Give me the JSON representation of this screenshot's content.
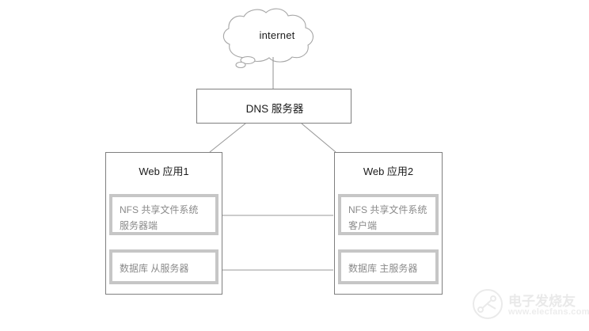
{
  "diagram": {
    "type": "network-architecture",
    "background": "#ffffff",
    "cloud": {
      "label": "internet",
      "stroke": "#a6a6a6"
    },
    "dns": {
      "label": "DNS 服务器",
      "stroke": "#7f7f7f"
    },
    "nodes": [
      {
        "id": "web-app-1",
        "title": "Web 应用1",
        "services": [
          {
            "id": "nfs-server",
            "line1": "NFS 共享文件系统",
            "line2": "服务器端"
          },
          {
            "id": "db-slave",
            "line1": "数据库 从服务器",
            "line2": ""
          }
        ]
      },
      {
        "id": "web-app-2",
        "title": "Web 应用2",
        "services": [
          {
            "id": "nfs-client",
            "line1": "NFS 共享文件系统",
            "line2": "客户端"
          },
          {
            "id": "db-master",
            "line1": "数据库 主服务器",
            "line2": ""
          }
        ]
      }
    ],
    "connectors": [
      {
        "id": "internet-to-dns",
        "from": "internet",
        "to": "DNS 服务器",
        "style": "vertical-line"
      },
      {
        "id": "dns-to-web-app-1",
        "from": "DNS 服务器",
        "to": "Web 应用1",
        "style": "diagonal-line"
      },
      {
        "id": "dns-to-web-app-2",
        "from": "DNS 服务器",
        "to": "Web 应用2",
        "style": "diagonal-line"
      },
      {
        "id": "nfs-server-to-nfs-client",
        "from": "NFS 共享文件系统 服务器端",
        "to": "NFS 共享文件系统 客户端",
        "style": "horizontal-line"
      },
      {
        "id": "db-slave-to-db-master",
        "from": "数据库 从服务器",
        "to": "数据库 主服务器",
        "style": "horizontal-line"
      }
    ],
    "colors": {
      "outer_border": "#7f7f7f",
      "inner_border": "#c6c6c6",
      "title_text": "#1b1b1b",
      "service_text": "#8a8a8a",
      "connector": "#9a9a9a"
    }
  },
  "watermark": {
    "brand": "电子发烧友",
    "url": "www.elecfans.com"
  }
}
